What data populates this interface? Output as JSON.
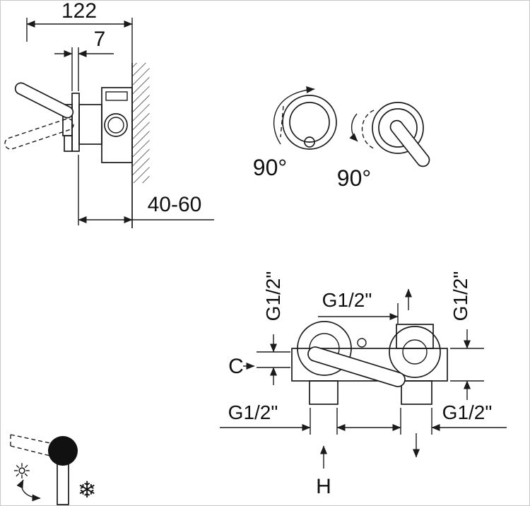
{
  "colors": {
    "line": "#1b1b1b",
    "background": "#ffffff",
    "frame": "#c9c9c9"
  },
  "side_view": {
    "overall_depth": "122",
    "plate_thickness": "7",
    "install_depth_range": "40-60"
  },
  "front_view": {
    "left_rotation": "90°",
    "right_rotation": "90°"
  },
  "plan_view": {
    "top_outlet_thread": "G1/2\"",
    "left_port_thread": "G1/2\"",
    "right_port_thread": "G1/2\"",
    "bottom_left_thread": "G1/2\"",
    "bottom_right_thread": "G1/2\"",
    "offset_label": "C",
    "hot_label": "H"
  },
  "legend": {
    "hot_symbol": "☼",
    "cold_symbol": "❄"
  }
}
